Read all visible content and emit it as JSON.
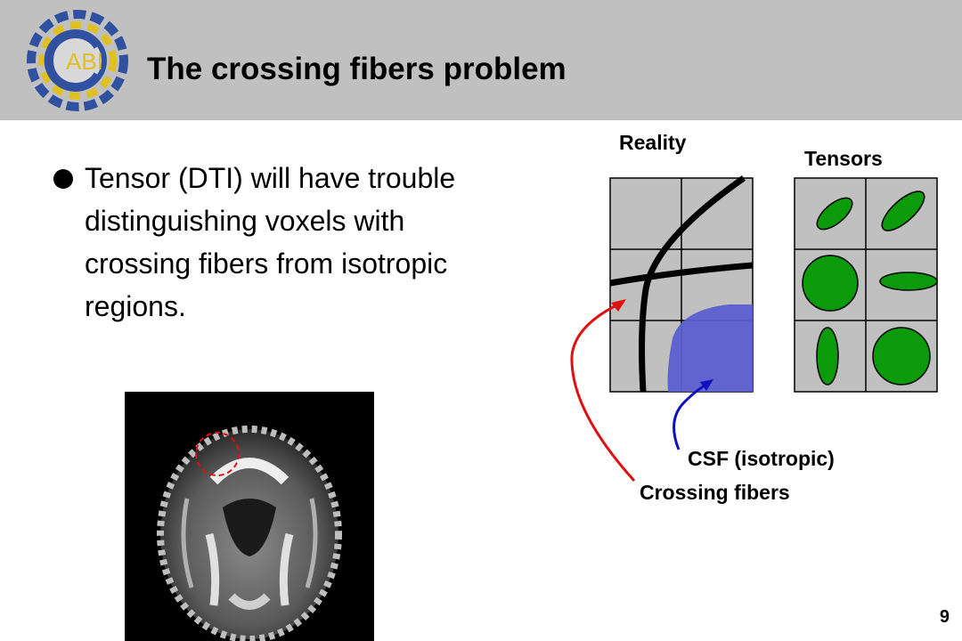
{
  "slide": {
    "title": "The crossing fibers problem",
    "bullet": "Tensor (DTI) will have trouble distinguishing voxels with crossing fibers from isotropic regions.",
    "logo_text": "ABI",
    "page_number": "9"
  },
  "diagram": {
    "reality_label": "Reality",
    "tensors_label": "Tensors",
    "csf_label": "CSF (isotropic)",
    "crossing_label": "Crossing fibers"
  },
  "colors": {
    "header_bg": "#c0c0c0",
    "grid_fill": "#c0c0c0",
    "tensor_fill": "#0a9a0a",
    "csf_fill": "#5a5fcf",
    "crossing_arrow": "#e01010",
    "csf_arrow": "#1010c0"
  }
}
